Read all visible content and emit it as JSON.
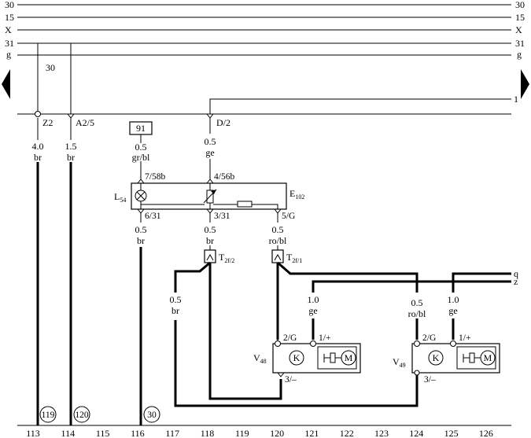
{
  "rails": {
    "left": [
      "30",
      "15",
      "X",
      "31",
      "g"
    ],
    "right": [
      "30",
      "15",
      "X",
      "31",
      "g"
    ],
    "label_30_inner": "30",
    "line_1_label": "1"
  },
  "connectors": {
    "z2": "Z2",
    "a25": "A2/5",
    "d2": "D/2"
  },
  "wires": {
    "w113_size": "4.0",
    "w113_color": "br",
    "w114_size": "1.5",
    "w114_color": "br",
    "fuse": "91",
    "w116_top_size": "0.5",
    "w116_top_color": "gr/bl",
    "w118_top_size": "0.5",
    "w118_top_color": "ge",
    "w116_bot_size": "0.5",
    "w116_bot_color": "br",
    "w118_bot_size": "0.5",
    "w118_bot_color": "br",
    "w120_size": "0.5",
    "w120_color": "ro/bl",
    "w_left_size": "0.5",
    "w_left_color": "br",
    "w121_size": "1.0",
    "w121_color": "ge",
    "w124_size": "0.5",
    "w124_color": "ro/bl",
    "w125_size": "1.0",
    "w125_color": "ge",
    "line_q": "q",
    "line_z": "z"
  },
  "switch_unit": {
    "pin_7_58b": "7/58b",
    "pin_4_56b": "4/56b",
    "pin_6_31": "6/31",
    "pin_3_31": "3/31",
    "pin_5_g": "5/G",
    "lamp_main": "L",
    "lamp_sub": "54",
    "switch_main": "E",
    "switch_sub": "102"
  },
  "connectors_t": {
    "t2f2_main": "T",
    "t2f2_sub": "2f/2",
    "t2f1_main": "T",
    "t2f1_sub": "2f/1"
  },
  "motors": {
    "v48_main": "V",
    "v48_sub": "48",
    "v49_main": "V",
    "v49_sub": "49",
    "k_label": "K",
    "m_label": "M",
    "pin_2g": "2/G",
    "pin_1plus": "1/+",
    "pin_3minus": "3/–"
  },
  "ground_refs": [
    "119",
    "120",
    "30"
  ],
  "columns": [
    "113",
    "114",
    "115",
    "116",
    "117",
    "118",
    "119",
    "120",
    "121",
    "122",
    "123",
    "124",
    "125",
    "126"
  ]
}
